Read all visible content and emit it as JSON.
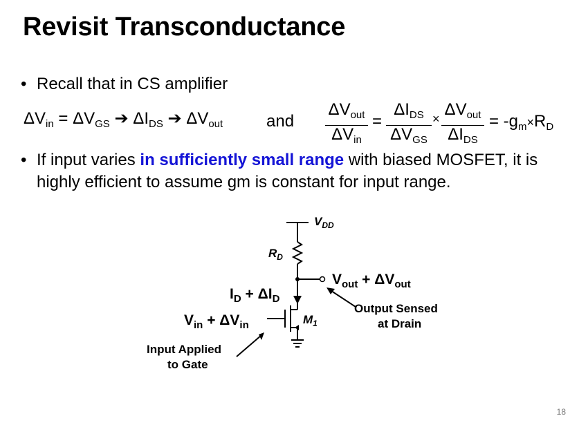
{
  "slide": {
    "title": "Revisit Transconductance",
    "page_number": "18"
  },
  "bullets": {
    "marker": "•",
    "b1": "Recall that in CS amplifier",
    "b2_pre": "If input varies ",
    "b2_highlight": "in sufficiently small range",
    "b2_post": " with biased MOSFET, it is highly efficient to assume gm is constant for input range."
  },
  "equation": {
    "delta": "ΔV",
    "in_sub": "in",
    "eq": "=",
    "gs_sub": "GS",
    "arrow": "➔",
    "delta_i": "ΔI",
    "ds_sub": "DS",
    "out_sub": "out",
    "and": "and",
    "times": "×",
    "result_pre": "= -g",
    "m_sub": "m",
    "result_r": "R",
    "d_sub": "D"
  },
  "circuit": {
    "vdd": "V",
    "vdd_sub": "DD",
    "rd": "R",
    "rd_sub": "D",
    "vout": "V",
    "vout_sub": "out",
    "plus": " + ΔV",
    "id_pre": "I",
    "id_sub": "D",
    "id_plus": " + ΔI",
    "vin": "V",
    "vin_sub": "in",
    "m1": "M",
    "m1_sub": "1",
    "output_note_1": "Output Sensed",
    "output_note_2": "at Drain",
    "input_note_1": "Input Applied",
    "input_note_2": "to Gate"
  }
}
